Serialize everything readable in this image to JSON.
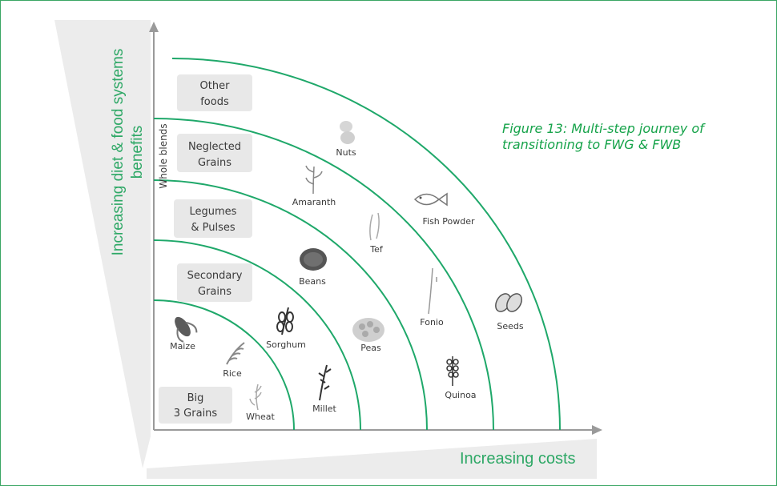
{
  "caption": "Figure 13: Multi-step journey of transitioning to FWG & FWB",
  "y_axis_label": "Increasing diet & food systems benefits",
  "x_axis_label": "Increasing costs",
  "vertical_tag": "Whole blends",
  "tiers": [
    {
      "label": "Big\n3 Grains",
      "line1": "Big",
      "line2": "3 Grains"
    },
    {
      "label": "Secondary\nGrains",
      "line1": "Secondary",
      "line2": "Grains"
    },
    {
      "label": "Legumes\n& Pulses",
      "line1": "Legumes",
      "line2": "& Pulses"
    },
    {
      "label": "Neglected\nGrains",
      "line1": "Neglected",
      "line2": "Grains"
    },
    {
      "label": "Other\nfoods",
      "line1": "Other",
      "line2": "foods"
    }
  ],
  "foods": {
    "maize": "Maize",
    "rice": "Rice",
    "wheat": "Wheat",
    "sorghum": "Sorghum",
    "millet": "Millet",
    "beans": "Beans",
    "peas": "Peas",
    "amaranth": "Amaranth",
    "tef": "Tef",
    "fonio": "Fonio",
    "quinoa": "Quinoa",
    "nuts": "Nuts",
    "fish_powder": "Fish Powder",
    "seeds": "Seeds"
  },
  "colors": {
    "arc": "#1fa86a",
    "frame": "#3aa664",
    "caption": "#16a34a",
    "tier_box": "#e8e8e8",
    "wedge": "#ececec"
  }
}
